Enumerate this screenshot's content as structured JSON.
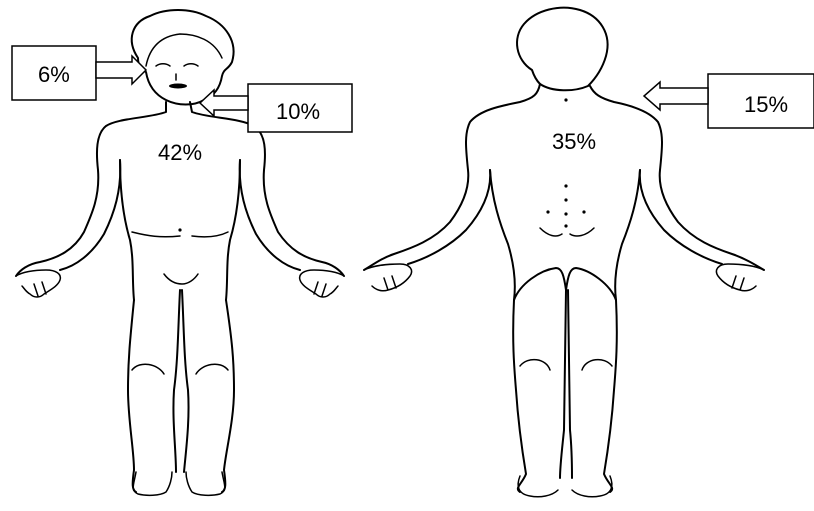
{
  "front": {
    "face_label": "6%",
    "neck_label": "10%",
    "torso_label": "42%"
  },
  "back": {
    "torso_label": "35%",
    "neck_label": "15%"
  }
}
